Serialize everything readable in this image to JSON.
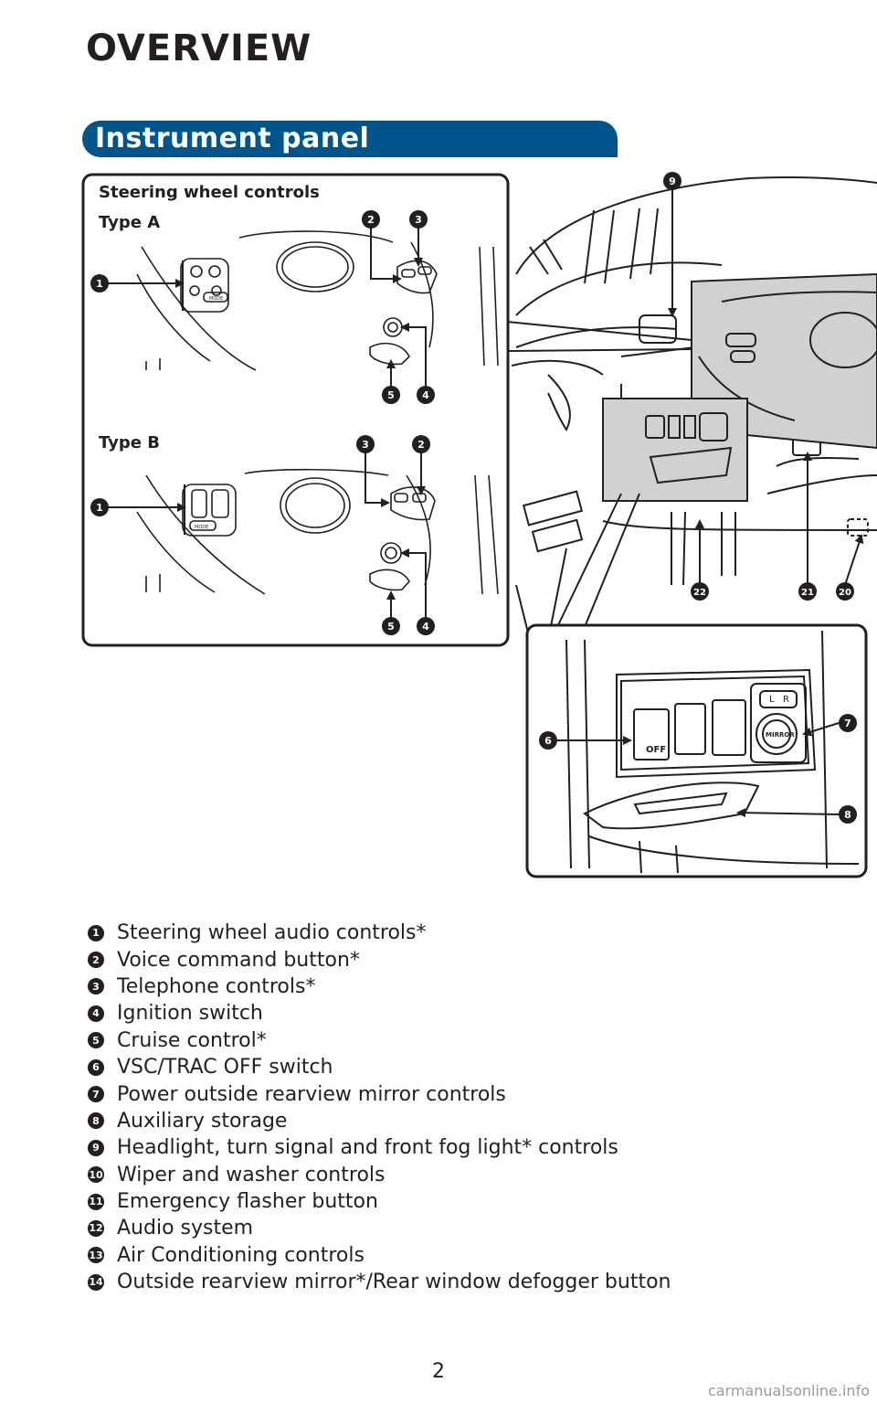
{
  "header": {
    "title": "OVERVIEW"
  },
  "section": {
    "title": "Instrument panel"
  },
  "inset": {
    "title": "Steering wheel controls",
    "type_a": "Type A",
    "type_b": "Type B"
  },
  "labels": {
    "mode_a": "MODE",
    "mode_b": "MODE",
    "off": "OFF",
    "mirror": "MIRROR",
    "l": "L",
    "r": "R"
  },
  "callouts": {
    "n1": "1",
    "n2": "2",
    "n3": "3",
    "n4": "4",
    "n5": "5",
    "n6": "6",
    "n7": "7",
    "n8": "8",
    "n9": "9",
    "n20": "20",
    "n21": "21",
    "n22": "22"
  },
  "legend": [
    {
      "num": "1",
      "text": "Steering wheel audio controls*"
    },
    {
      "num": "2",
      "text": "Voice command button*"
    },
    {
      "num": "3",
      "text": "Telephone controls*"
    },
    {
      "num": "4",
      "text": "Ignition switch"
    },
    {
      "num": "5",
      "text": "Cruise control*"
    },
    {
      "num": "6",
      "text": "VSC/TRAC OFF switch"
    },
    {
      "num": "7",
      "text": "Power outside rearview mirror controls"
    },
    {
      "num": "8",
      "text": "Auxiliary storage"
    },
    {
      "num": "9",
      "text": "Headlight, turn signal and front fog light* controls"
    },
    {
      "num": "10",
      "text": "Wiper and washer controls"
    },
    {
      "num": "11",
      "text": "Emergency flasher button"
    },
    {
      "num": "12",
      "text": "Audio system"
    },
    {
      "num": "13",
      "text": "Air Conditioning controls"
    },
    {
      "num": "14",
      "text": "Outside rearview mirror*/Rear window defogger button"
    }
  ],
  "footer": {
    "page_number": "2",
    "watermark": "carmanualsonline.info"
  },
  "colors": {
    "tab_blue": "#00558c",
    "ink": "#231f20",
    "panel_gray": "#d0d1d3"
  }
}
